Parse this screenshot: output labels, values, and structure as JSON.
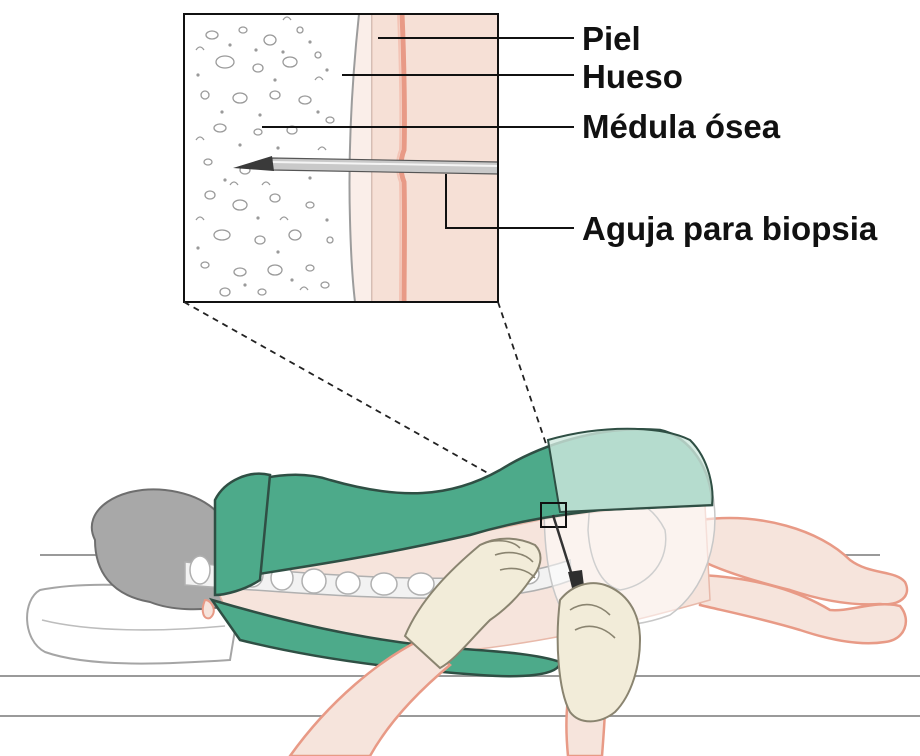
{
  "labels": {
    "skin": "Piel",
    "bone": "Hueso",
    "marrow": "Médula ósea",
    "needle": "Aguja para biopsia"
  },
  "colors": {
    "gown": "#4daa8a",
    "gown_outline": "#2f4f44",
    "skin_tone": "#f6e4dc",
    "skin_line": "#e89a86",
    "bone_fill": "#faeee9",
    "hair": "#9a9a9a",
    "glove": "#f2ecd9",
    "line": "#111111"
  }
}
